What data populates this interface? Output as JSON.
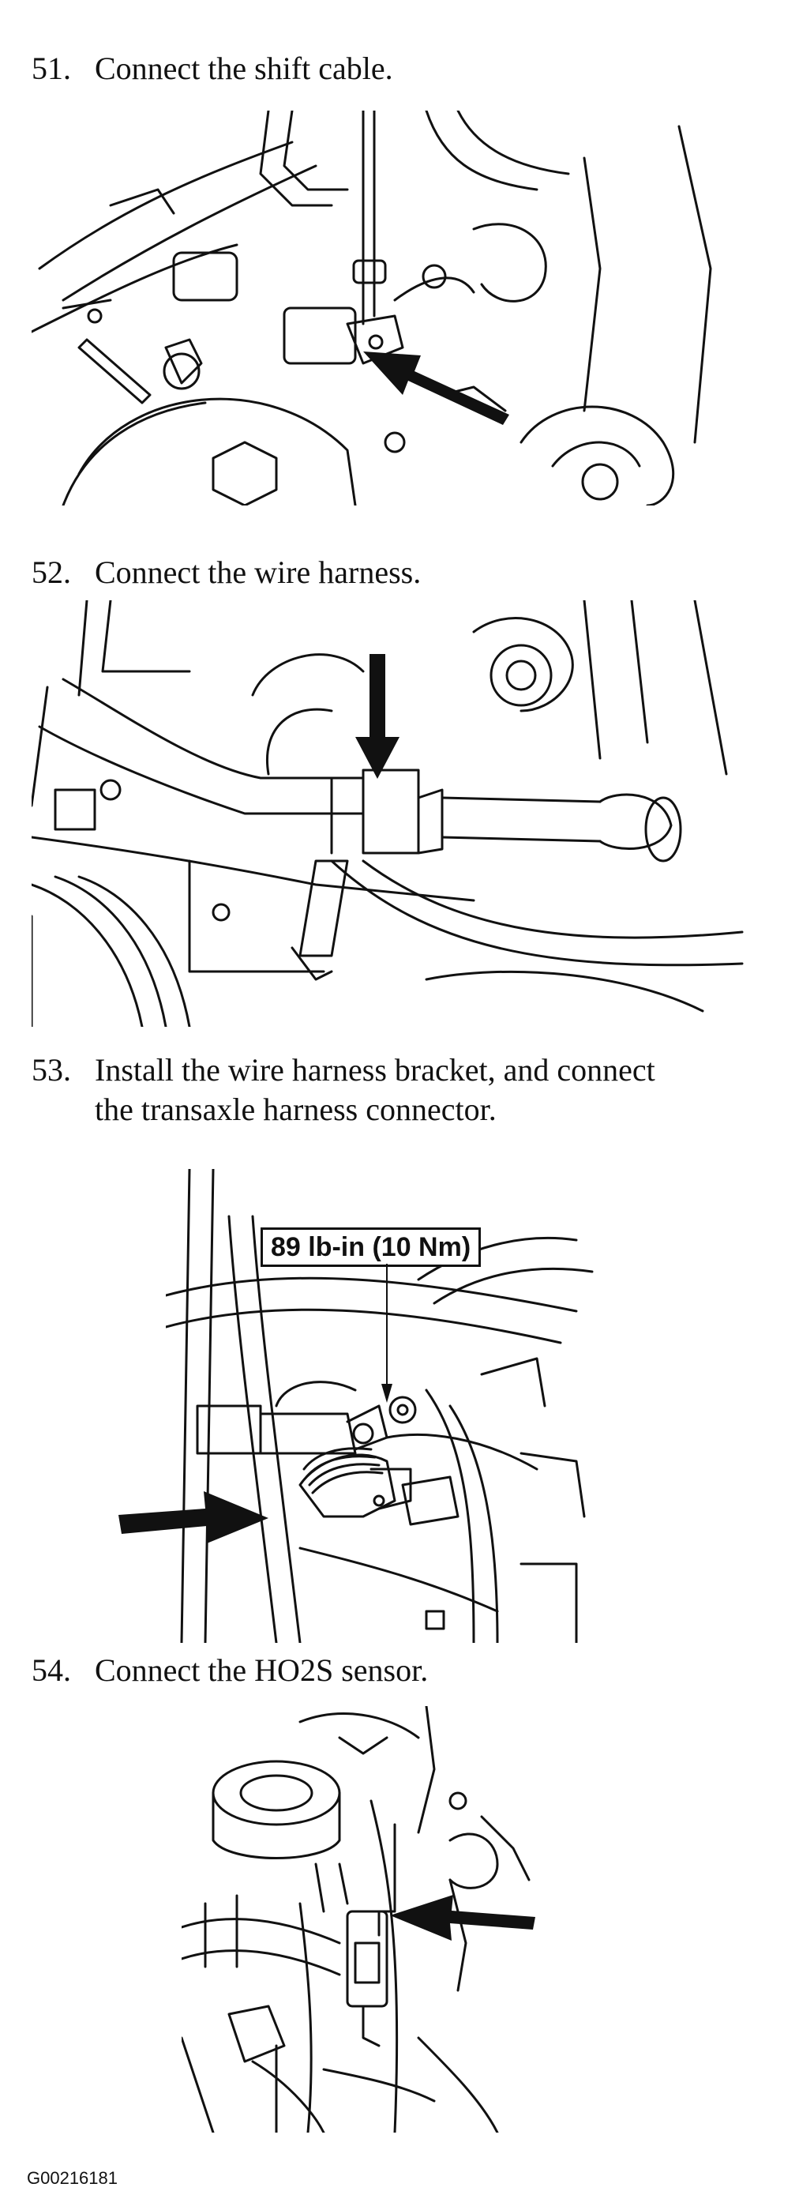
{
  "steps": [
    {
      "number": "51.",
      "text": "Connect the shift cable."
    },
    {
      "number": "52.",
      "text": "Connect the wire harness."
    },
    {
      "number": "53.",
      "line1": "Install the wire harness bracket, and connect",
      "line2": "the transaxle harness connector."
    },
    {
      "number": "54.",
      "text": "Connect the HO2S sensor."
    }
  ],
  "callouts": {
    "torque": "89 lb-in (10 Nm)"
  },
  "figure_id": "G00216181",
  "colors": {
    "ink": "#111111",
    "paper": "#ffffff"
  }
}
